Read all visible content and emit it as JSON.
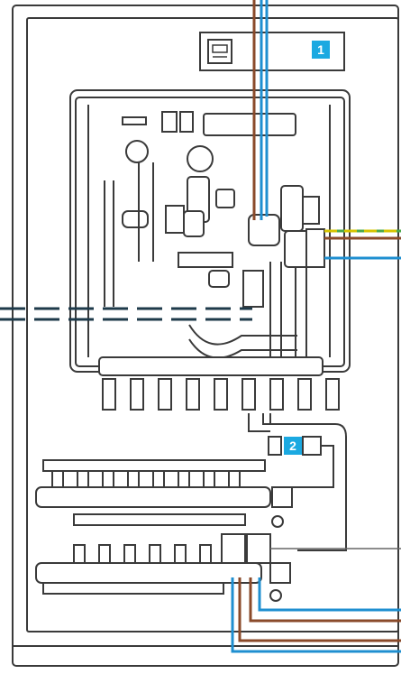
{
  "callouts": [
    {
      "id": "1",
      "label": "1"
    },
    {
      "id": "2",
      "label": "2"
    }
  ],
  "colors": {
    "outline": "#3a3a3a",
    "fill": "#ffffff",
    "panel": "#f4f4f4",
    "callout": "#1ba9e1",
    "pipe_blue": "#1f8fd0",
    "pipe_brown": "#8a4a2a",
    "pipe_yellow": "#d6c400",
    "pipe_green": "#4aa84a",
    "dashed": "#1e3a4a"
  },
  "icons": {
    "controller": "control-panel-icon",
    "pump": "circulation-pump-icon",
    "valve": "valve-icon",
    "manifold": "manifold-icon"
  }
}
